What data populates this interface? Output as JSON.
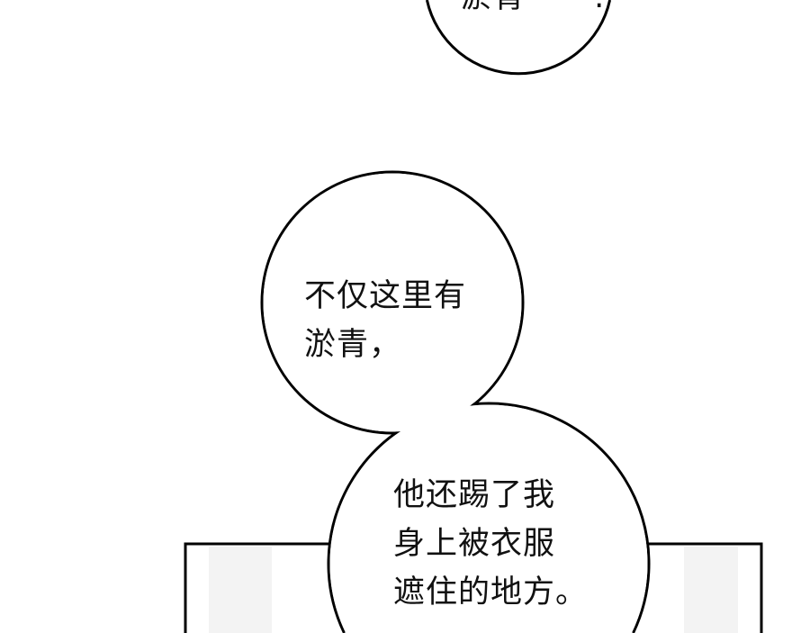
{
  "bubbles": {
    "top": {
      "lines": [
        "淤青",
        "."
      ]
    },
    "middle_upper": {
      "lines": [
        "不仅这里有",
        "淤青，"
      ]
    },
    "middle_lower": {
      "lines": [
        "他还踢了我",
        "身上被衣服",
        "遮住的地方。"
      ]
    }
  },
  "colors": {
    "background": "#ffffff",
    "stroke": "#000000",
    "panel_inner": "#f2f2f2"
  }
}
